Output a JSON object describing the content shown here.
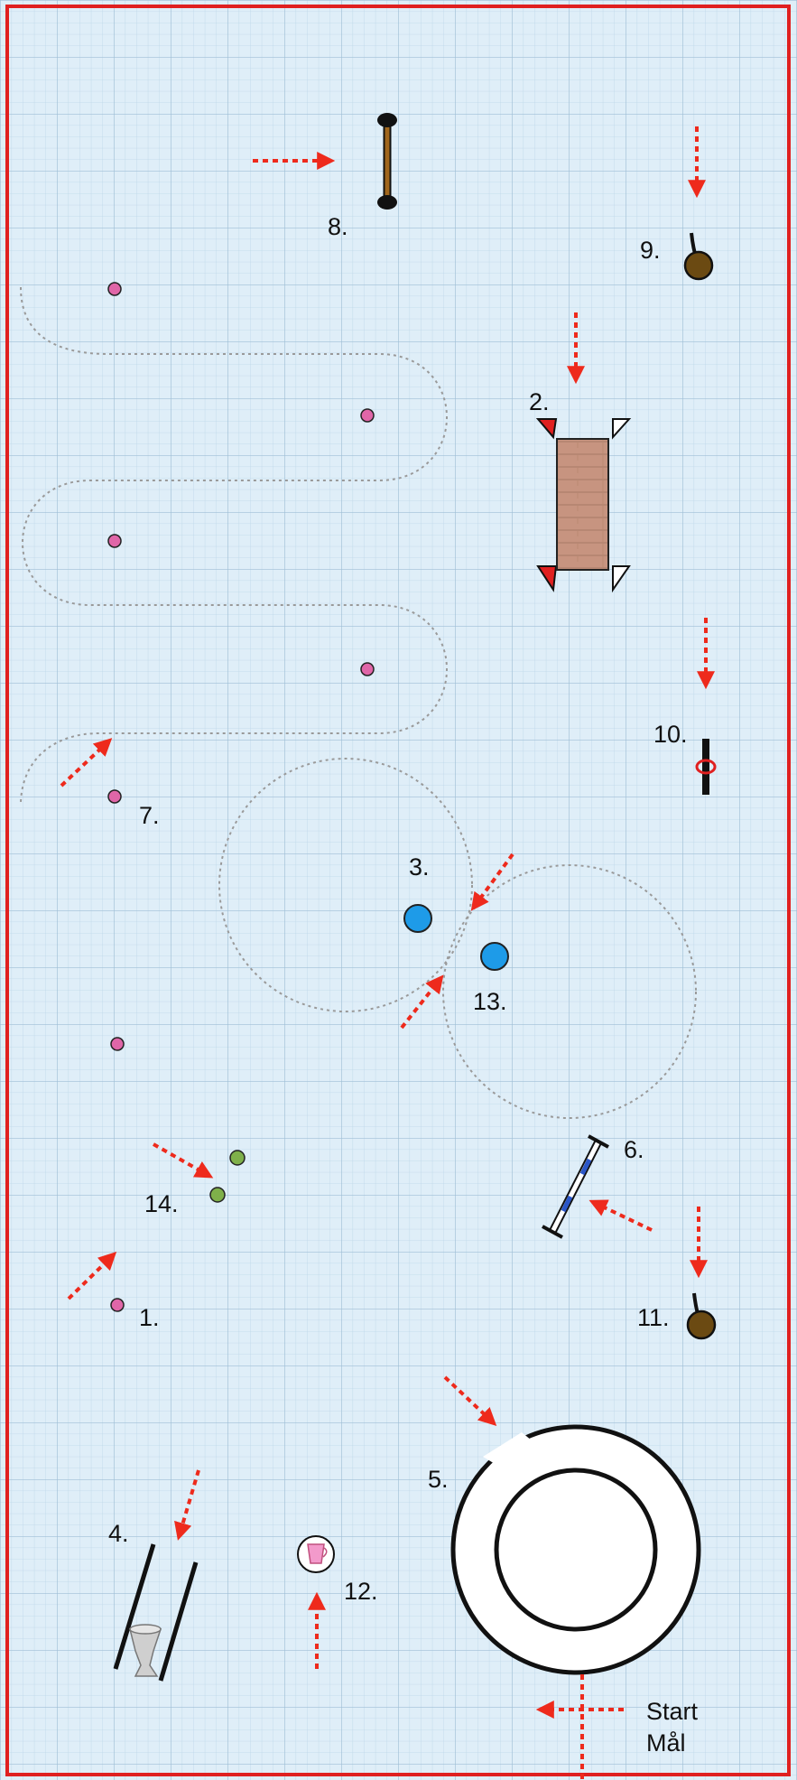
{
  "course": {
    "colors": {
      "background": "#dfeef8",
      "grid_minor": "#bcd6e8",
      "grid_major": "#9fbfd6",
      "border": "#e02020",
      "arrow": "#ee2a1c",
      "path": "#9a9a9a",
      "cone": "#e066a8",
      "marker_green": "#7fb04a",
      "marker_blue": "#1e9be8",
      "wall_brown": "#6b4a12",
      "bridge_wood": "#c79480",
      "triangle_red": "#e02020"
    },
    "labels": {
      "obstacle_1": "1.",
      "obstacle_2": "2.",
      "obstacle_3": "3.",
      "obstacle_4": "4.",
      "obstacle_5": "5.",
      "obstacle_6": "6.",
      "obstacle_7": "7.",
      "obstacle_8": "8.",
      "obstacle_9": "9.",
      "obstacle_10": "10.",
      "obstacle_11": "11.",
      "obstacle_12": "12.",
      "obstacle_13": "13.",
      "obstacle_14": "14.",
      "start": "Start",
      "finish": "Mål"
    },
    "icons": {
      "bridge": "bridge-icon",
      "jump_pole": "jump-pole-icon",
      "gate_post": "gate-post-icon",
      "tunnel": "tunnel-icon",
      "ring": "ring-icon",
      "vase": "vase-icon",
      "cup": "cup-icon",
      "cone": "cone-icon"
    }
  }
}
